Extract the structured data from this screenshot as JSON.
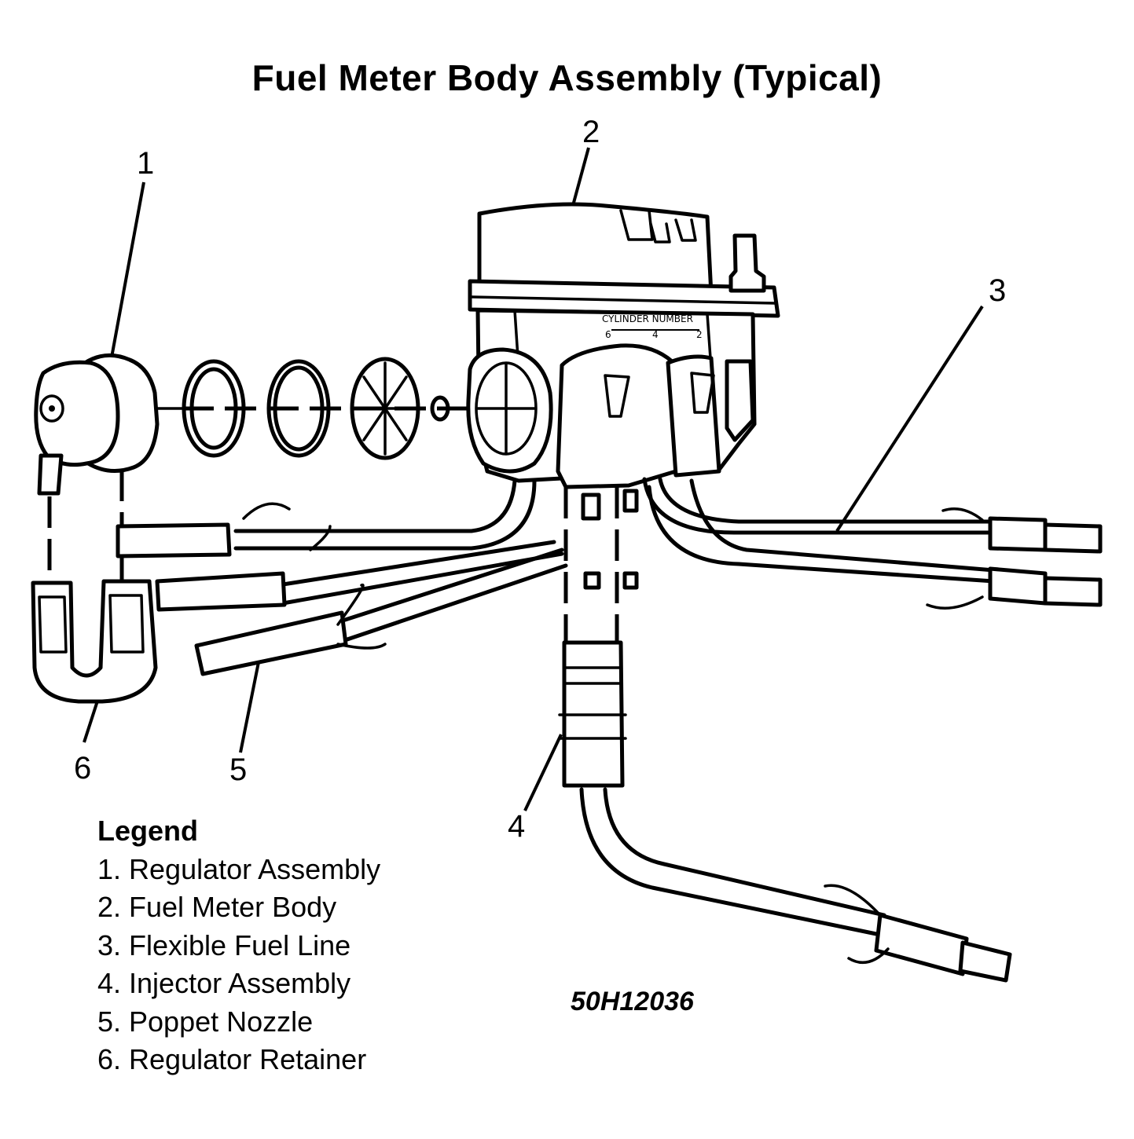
{
  "title": "Fuel Meter Body Assembly (Typical)",
  "callouts": [
    "1",
    "2",
    "3",
    "4",
    "5",
    "6"
  ],
  "cylinder_label": {
    "text": "CYLINDER NUMBER",
    "numbers": [
      "6",
      "4",
      "2"
    ]
  },
  "legend": {
    "heading": "Legend",
    "items": [
      "1. Regulator Assembly",
      "2. Fuel Meter Body",
      "3. Flexible Fuel Line",
      "4. Injector Assembly",
      "5. Poppet Nozzle",
      "6. Regulator Retainer"
    ]
  },
  "figure_code": "50H12036"
}
